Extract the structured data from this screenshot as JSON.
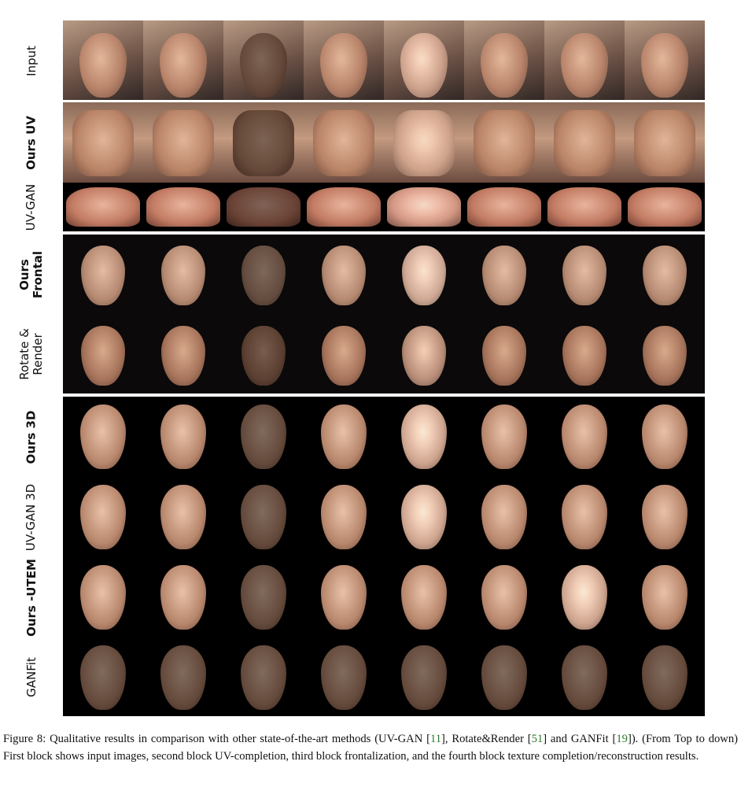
{
  "row_labels": {
    "input": "Input",
    "ours_uv": "Ours UV",
    "uv_gan": "UV-GAN",
    "ours_frontal": "Ours Frontal",
    "rotate_render": "Rotate & Render",
    "ours_3d": "Ours 3D",
    "uv_gan_3d": "UV-GAN 3D",
    "ours_utem": "Ours -UTEM",
    "ganfit": "GANFit"
  },
  "caption": {
    "text_1": "Figure 8: Qualitative results in comparison with other state-of-the-art methods (UV-GAN [",
    "ref_uvgan": "11",
    "text_2": "], Rotate&Render [",
    "ref_rr": "51",
    "text_3": "] and GANFit [",
    "ref_ganfit": "19",
    "text_4": "]). (From Top to down) First block shows input images, second block UV-completion, third block frontalization, and the fourth block texture completion/reconstruction results."
  },
  "colors": {
    "reference_link": "#2b7a2b",
    "separator": "#ffffff"
  }
}
